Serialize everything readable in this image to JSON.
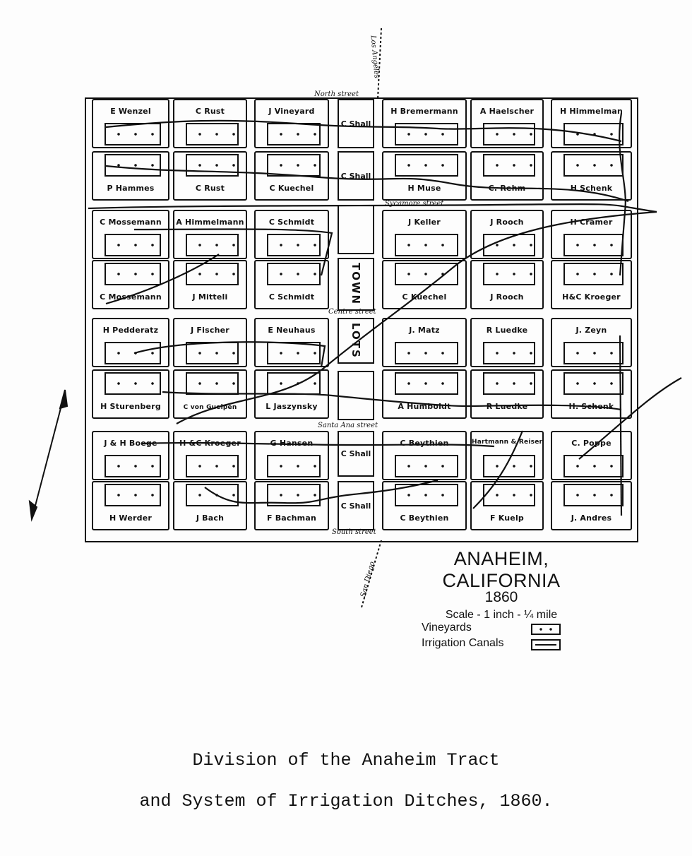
{
  "map": {
    "title": "ANAHEIM, CALIFORNIA",
    "year": "1860",
    "scale": "Scale - 1 inch - ¼ mile",
    "legend": [
      {
        "label": "Vineyards",
        "symbol": "vineyard"
      },
      {
        "label": "Irrigation Canals",
        "symbol": "canal"
      }
    ],
    "streets": {
      "north": "North street",
      "sycamore": "Sycamore street",
      "centre": "Centre street",
      "santa_ana": "Santa Ana street",
      "south": "South street",
      "los_angeles": "Los Angeles",
      "san_diego": "San Diego"
    },
    "town_labels": {
      "town": "TOWN",
      "lots": "LOTS"
    },
    "lot_rows": [
      [
        "E Wenzel",
        "C Rust",
        "J Vineyard",
        "H Bremermann",
        "A Haelscher",
        "H Himmelman"
      ],
      [
        "P Hammes",
        "C Rust",
        "C Kuechel",
        "H Muse",
        "C. Rehm",
        "H Schenk"
      ],
      [
        "C Mossemann",
        "A Himmelmann",
        "C Schmidt",
        "J Keller",
        "J Rooch",
        "H Cramer"
      ],
      [
        "C Mossemann",
        "J Mitteli",
        "C Schmidt",
        "C Kuechel",
        "J Rooch",
        "H&C Kroeger"
      ],
      [
        "H Pedderatz",
        "J Fischer",
        "E Neuhaus",
        "J. Matz",
        "R Luedke",
        "J. Zeyn"
      ],
      [
        "H Sturenberg",
        "C von Guelpen",
        "L Jaszynsky",
        "A Humboldt",
        "R Luedke",
        "H. Schenk"
      ],
      [
        "J & H Boege",
        "H &C Kroeger",
        "G Hansen",
        "C Beythien",
        "Hartmann & Reiser",
        "C. Poppe"
      ],
      [
        "H Werder",
        "J Bach",
        "F Bachman",
        "C Beythien",
        "F Kuelp",
        "J. Andres"
      ]
    ],
    "town_column": [
      "C Shall",
      "C Shall",
      "",
      "TOWN",
      "LOTS",
      "",
      "C Shall",
      "C Shall"
    ]
  },
  "caption": {
    "line1": "Division of the Anaheim Tract",
    "line2": "and System of Irrigation Ditches, 1860."
  }
}
